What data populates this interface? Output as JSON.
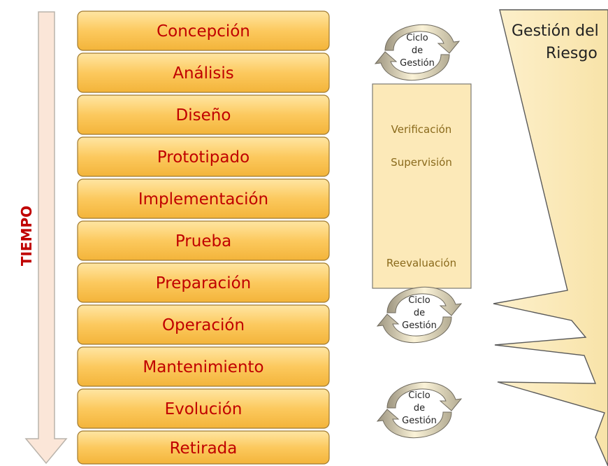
{
  "time_label": "TIEMPO",
  "phases": [
    "Concepción",
    "Análisis",
    "Diseño",
    "Prototipado",
    "Implementación",
    "Prueba",
    "Preparación",
    "Operación",
    "Mantenimiento",
    "Evolución",
    "Retirada"
  ],
  "cycles": [
    {
      "line1": "Ciclo",
      "line2": "de",
      "line3": "Gestión"
    },
    {
      "line1": "Ciclo",
      "line2": "de",
      "line3": "Gestión"
    },
    {
      "line1": "Ciclo",
      "line2": "de",
      "line3": "Gestión"
    }
  ],
  "activities": {
    "verification": "Verificación",
    "supervision": "Supervisión",
    "reevaluation": "Reevaluación"
  },
  "risk": {
    "line1": "Gestión del",
    "line2": "Riesgo"
  },
  "colors": {
    "phase_fill_top": "#ffe49a",
    "phase_fill_bottom": "#f6b93e",
    "phase_text": "#c00000",
    "arrow_fill": "#fbe6d8",
    "panel_fill": "#fce9b8",
    "cycle_arrow": "#c8bf9a"
  }
}
